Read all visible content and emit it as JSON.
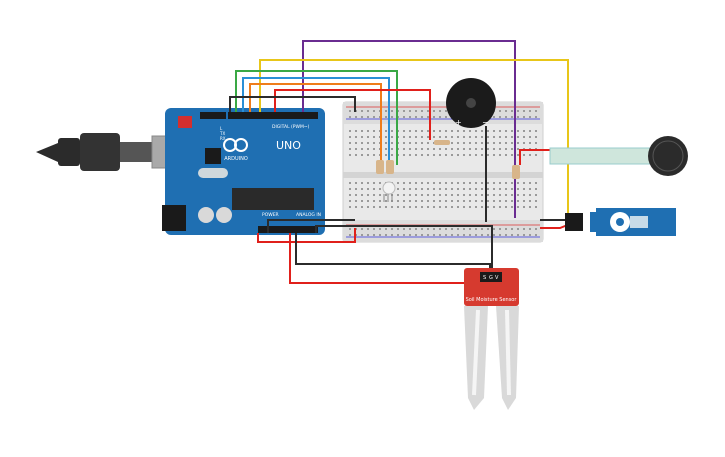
{
  "board": {
    "brand": "ARDUINO",
    "model": "UNO",
    "digital_label": "DIGITAL (PWM~)",
    "power_label": "POWER",
    "analog_label": "ANALOG IN",
    "tx_label": "TX",
    "rx_label": "RX",
    "l_label": "L"
  },
  "sensor": {
    "label_line": "Soil Moisture Sensor",
    "pins": [
      "S",
      "G",
      "V"
    ]
  },
  "buzzer": {
    "plus": "+",
    "minus": "−"
  },
  "wire_colors": {
    "red": "#e0201b",
    "black": "#2b2b2b",
    "purple": "#6a2c91",
    "yellow": "#e8c619",
    "orange": "#ef7d1a",
    "green": "#3aa845",
    "blue": "#2a8fd6",
    "board": "#1f6fb2",
    "sensor_board": "#d63a2f"
  },
  "icons": [
    "usb-cable-icon",
    "arduino-board-icon",
    "breadboard-icon",
    "buzzer-icon",
    "servo-icon",
    "force-sensor-icon",
    "soil-sensor-icon",
    "led-icon",
    "resistor-icon"
  ]
}
